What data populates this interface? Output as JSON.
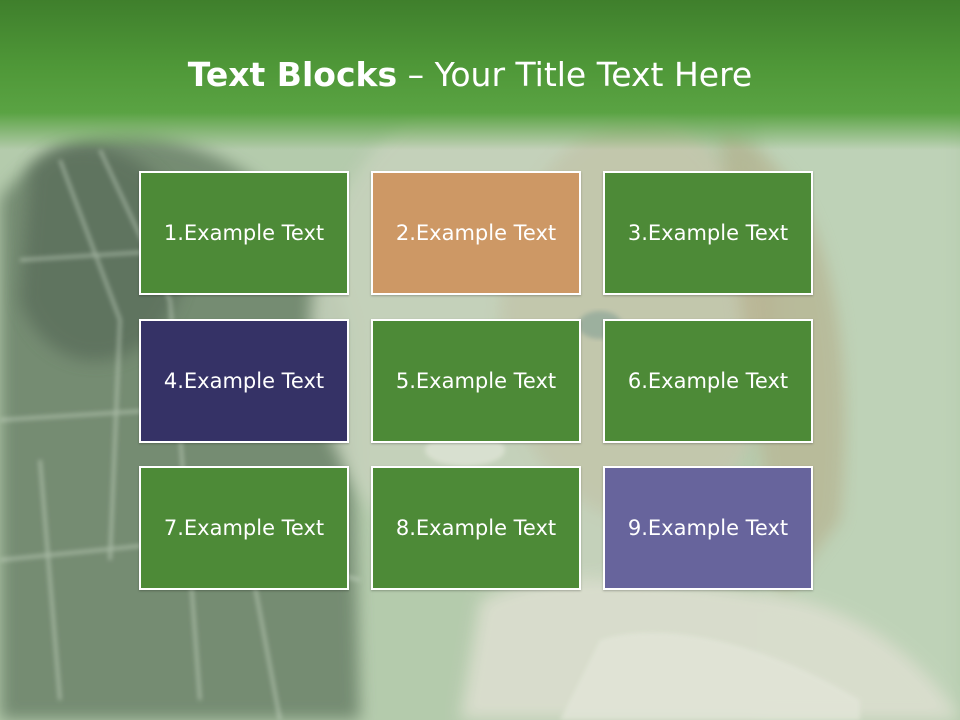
{
  "title": {
    "bold": "Text Blocks",
    "separator": " – ",
    "rest": "Your Title Text Here"
  },
  "blocks": [
    {
      "label": "1.Example Text",
      "color": "#4d8a37"
    },
    {
      "label": "2.Example Text",
      "color": "#cd9865"
    },
    {
      "label": "3.Example Text",
      "color": "#4d8a37"
    },
    {
      "label": "4.Example Text",
      "color": "#353266"
    },
    {
      "label": "5.Example Text",
      "color": "#4d8a37"
    },
    {
      "label": "6.Example Text",
      "color": "#4d8a37"
    },
    {
      "label": "7.Example Text",
      "color": "#4d8a37"
    },
    {
      "label": "8.Example Text",
      "color": "#4d8a37"
    },
    {
      "label": "9.Example Text",
      "color": "#67649c"
    }
  ],
  "colors": {
    "header_green": "#4f9838",
    "border": "#ffffff"
  }
}
